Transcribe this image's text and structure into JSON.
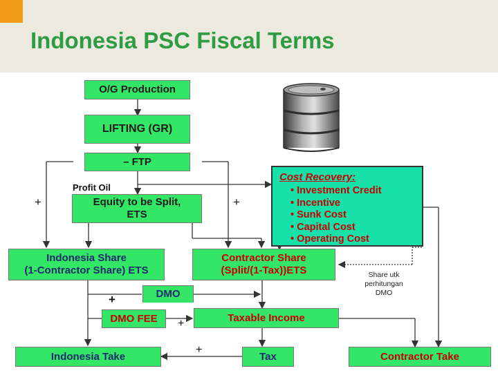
{
  "slide": {
    "title": "Indonesia PSC Fiscal Terms"
  },
  "boxes": {
    "og_production": "O/G Production",
    "lifting": "LIFTING (GR)",
    "ftp": "– FTP",
    "equity_line1": "Equity to be Split,",
    "equity_line2": "ETS",
    "indonesia_share_line1": "Indonesia Share",
    "indonesia_share_line2": "(1-Contractor Share) ETS",
    "contractor_share_line1": "Contractor Share",
    "contractor_share_line2": "(Split/(1-Tax))ETS",
    "dmo": "DMO",
    "dmo_fee": "DMO FEE",
    "taxable_income": "Taxable Income",
    "indonesia_take": "Indonesia Take",
    "tax": "Tax",
    "contractor_take": "Contractor Take"
  },
  "cost_recovery": {
    "title": "Cost Recovery:",
    "items": [
      "Investment Credit",
      "Incentive",
      "Sunk Cost",
      "Capital Cost",
      "Operating Cost"
    ]
  },
  "labels": {
    "profit_oil": "Profit Oil",
    "plus": "+",
    "share_note_line1": "Share utk",
    "share_note_line2": "perhitungan",
    "share_note_line3": "DMO"
  },
  "colors": {
    "box_green": "#33e666",
    "cost_recovery_teal": "#17e0a8",
    "title_green": "#2f9c43",
    "accent_orange": "#f39c1a",
    "text_red": "#c80000",
    "text_navy": "#1c2a6e"
  },
  "icons": {
    "barrel": "oil-barrel-icon"
  }
}
